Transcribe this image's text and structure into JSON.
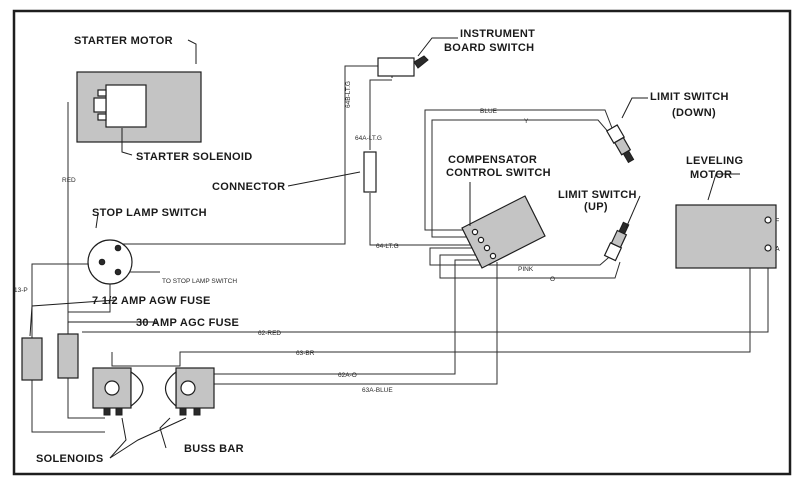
{
  "labels": {
    "starter_motor": "STARTER MOTOR",
    "starter_solenoid": "STARTER SOLENOID",
    "instrument_1": "INSTRUMENT",
    "instrument_2": "BOARD SWITCH",
    "limit_down_1": "LIMIT SWITCH",
    "limit_down_2": "(DOWN)",
    "connector": "CONNECTOR",
    "compensator_1": "COMPENSATOR",
    "compensator_2": "CONTROL SWITCH",
    "limit_up_1": "LIMIT SWITCH",
    "limit_up_2": "(UP)",
    "leveling_1": "LEVELING",
    "leveling_2": "MOTOR",
    "stop_lamp_switch": "STOP LAMP SWITCH",
    "to_stop_lamp": "TO STOP LAMP SWITCH",
    "fuse_75": "7 1/2 AMP AGW FUSE",
    "fuse_30": "30 AMP AGC FUSE",
    "solenoids": "SOLENOIDS",
    "buss_bar": "BUSS BAR"
  },
  "wire_labels": {
    "w64b": "64B-LT.G",
    "w64a": "64A-LT.G",
    "w64": "64-LT.G",
    "red": "RED",
    "blue": "BLUE",
    "y": "Y",
    "pink": "PINK",
    "o": "O",
    "w13p": "13-P",
    "w62red": "62-RED",
    "w63br": "63-BR",
    "w62ao": "62A-O",
    "w63ablue": "63A-BLUE"
  },
  "terminals": {
    "f": "F",
    "a": "A"
  }
}
